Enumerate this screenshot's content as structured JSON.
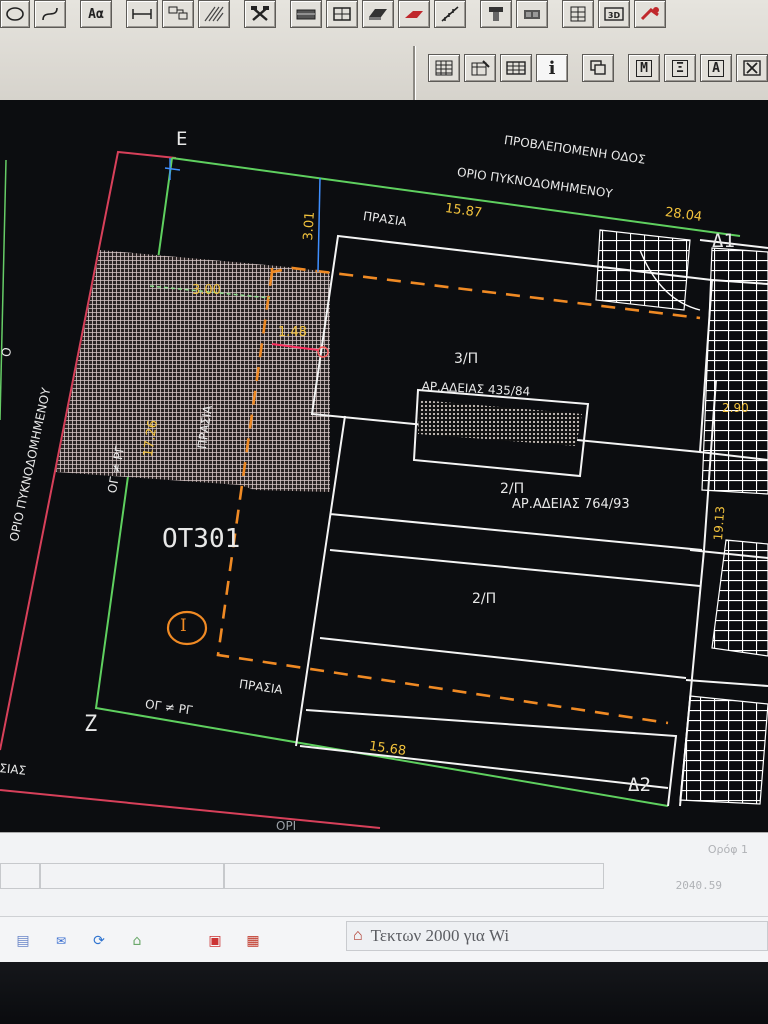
{
  "toolbar": {
    "text_button": "Aα",
    "m_button": "M",
    "xi_button": "Ξ",
    "a_button": "A",
    "i_button": "i"
  },
  "drawing": {
    "block_label": "ΟΤ301",
    "zone_symbol": "I",
    "corner_e": "E",
    "corner_z": "Z",
    "corner_d1": "Δ1",
    "corner_d2": "Δ2",
    "road_label_1": "ΠΡΟΒΛΕΠΟΜΕΝΗ ΟΔΟΣ",
    "road_label_2": "ΟΡΙΟ ΠΥΚΝΟΔΟΜΗΜΕΝΟΥ",
    "left_label": "ΟΡΙΟ ΠΥΚΝΟΔΟΜΗΜΕΝΟΥ",
    "far_left_bottom": "ΣΙΑΣ",
    "far_left_top": "Ο",
    "prasia_top": "ΠΡΑΣΙΑ",
    "prasia_side": "ΠΡΑΣΙΑ",
    "prasia_bottom": "ΠΡΑΣΙΑ",
    "og_rg_left": "ΟΓ ≠ ΡΓ",
    "og_rg_bottom": "ΟΓ ≠ ΡΓ",
    "floor_3": "3/Π",
    "permit_1": "ΑΡ.ΑΔΕΙΑΣ  435/84",
    "floor_2a": "2/Π",
    "permit_2": "ΑΡ.ΑΔΕΙΑΣ  764/93",
    "floor_2b": "2/Π",
    "dim_1587": "15.87",
    "dim_2804": "28.04",
    "dim_301": "3.01",
    "dim_300": "3.00",
    "dim_148": "1.48",
    "dim_1726": "17.26",
    "dim_1568": "15.68",
    "dim_290": "2.90",
    "dim_1913": "19.13",
    "dim_bottom_clip": "ΟΡΙ"
  },
  "status": {
    "top_right": "Ορόφ 1",
    "coord": "2040.59",
    "cell_1": "",
    "cell_2": "",
    "cell_3": ""
  },
  "taskbar": {
    "app_title": "Τεκτων 2000 για Wi"
  }
}
